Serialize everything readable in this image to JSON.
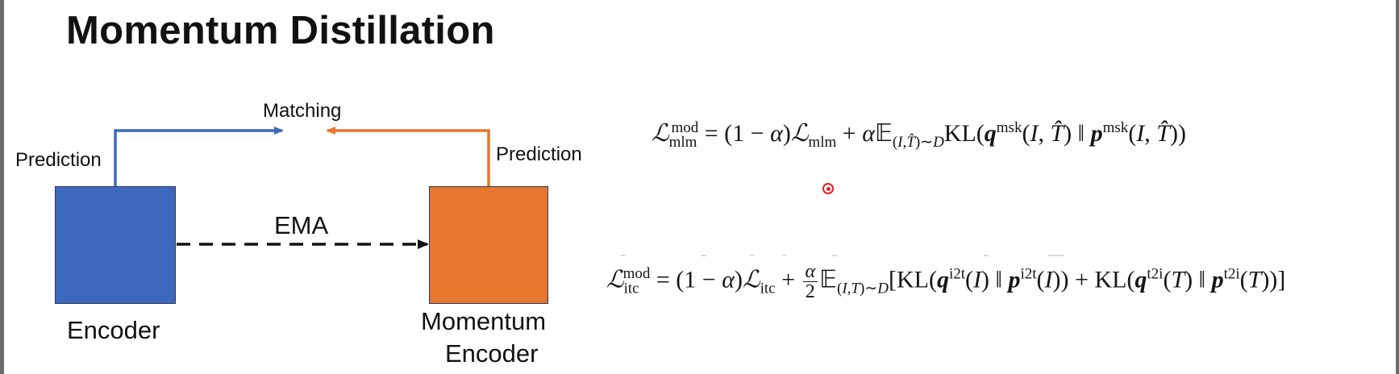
{
  "slide": {
    "title": "Momentum Distillation"
  },
  "diagram": {
    "matching_label": "Matching",
    "prediction_left_label": "Prediction",
    "prediction_right_label": "Prediction",
    "ema_label": "EMA",
    "encoder_label": "Encoder",
    "momentum_encoder_label_line1": "Momentum",
    "momentum_encoder_label_line2": "Encoder",
    "colors": {
      "encoder": "#3e68bd",
      "momentum_encoder": "#e8762c",
      "arrow_blue": "#3e68bd",
      "arrow_orange": "#e8762c"
    }
  },
  "equations": {
    "mlm": "L_mlm^mod = (1 − α) L_mlm + α E_(I,T̂)~D KL(q^msk(I, T̂) ‖ p^msk(I, T̂))",
    "itc": "L_itc^mod = (1 − α) L_itc + α/2 E_(I,T)~D [KL(q^i2t(I) ‖ p^i2t(I)) + KL(q^t2i(T) ‖ p^t2i(T))]"
  }
}
